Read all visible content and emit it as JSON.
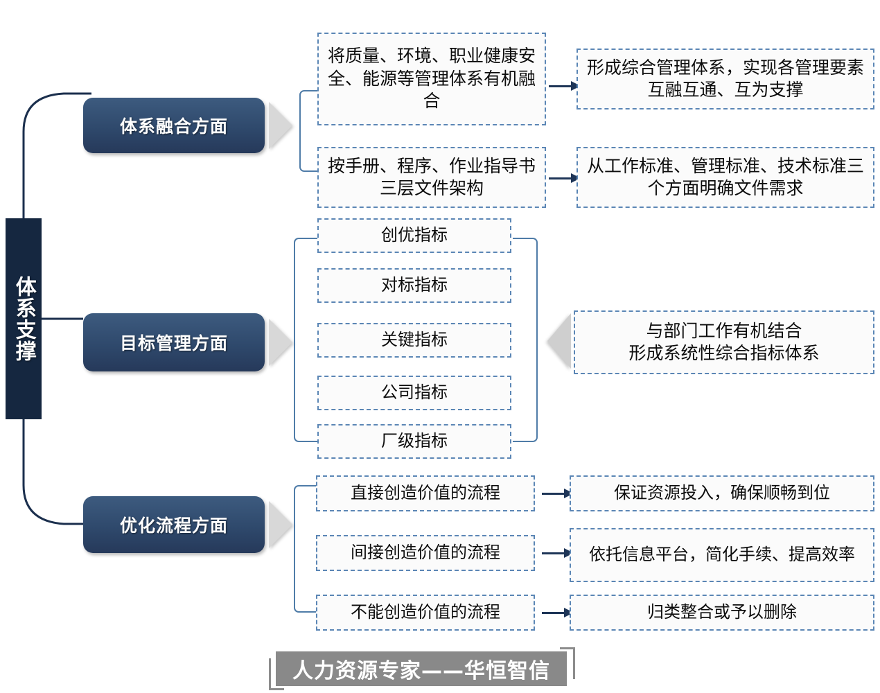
{
  "diagram": {
    "spine": {
      "label": "体系支撑"
    },
    "footer": {
      "label": "人力资源专家——华恒智信"
    },
    "colors": {
      "spine_bg": "#152740",
      "pill_bg": "#2e486b",
      "dashed_border": "#5b86b5",
      "bracket": "#4f7ca8",
      "arrow": "#1e3557",
      "triangle": "#d8d8d8",
      "footer_bg": "#898989"
    },
    "branches": [
      {
        "label": "体系融合方面",
        "items": [
          {
            "source": "将质量、环境、职业健康安全、能源等管理体系有机融合",
            "target": "形成综合管理体系，实现各管理要素互融互通、互为支撑"
          },
          {
            "source": "按手册、程序、作业指导书三层文件架构",
            "target": "从工作标准、管理标准、技术标准三个方面明确文件需求"
          }
        ]
      },
      {
        "label": "目标管理方面",
        "indicators": [
          "创优指标",
          "对标指标",
          "关键指标",
          "公司指标",
          "厂级指标"
        ],
        "summary": "与部门工作有机结合\n形成系统性综合指标体系"
      },
      {
        "label": "优化流程方面",
        "items": [
          {
            "source": "直接创造价值的流程",
            "target": "保证资源投入，确保顺畅到位"
          },
          {
            "source": "间接创造价值的流程",
            "target": "依托信息平台，简化手续、提高效率"
          },
          {
            "source": "不能创造价值的流程",
            "target": "归类整合或予以删除"
          }
        ]
      }
    ]
  }
}
